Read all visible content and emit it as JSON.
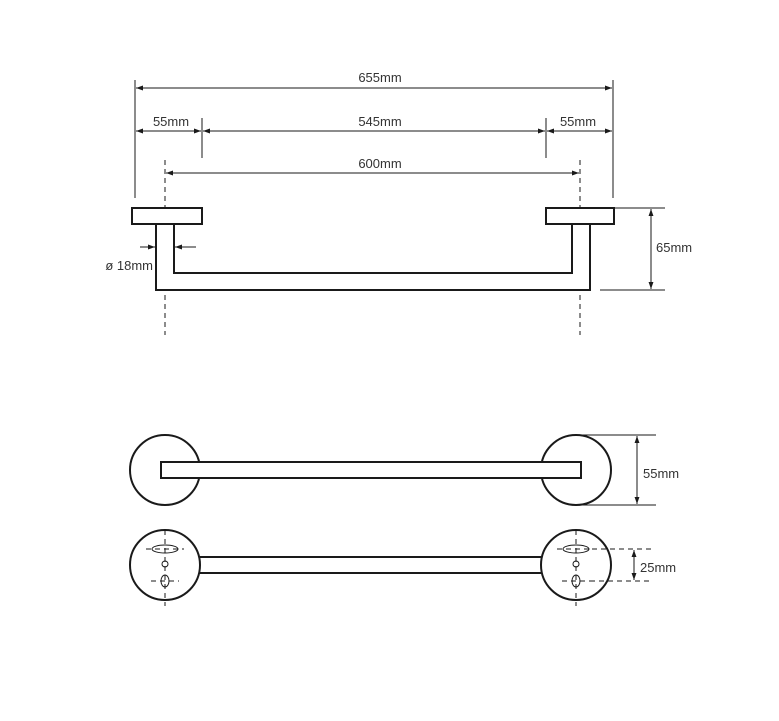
{
  "dimensions": {
    "overall_length": "655mm",
    "mount_left": "55mm",
    "bar_span": "545mm",
    "mount_right": "55mm",
    "hole_spacing": "600mm",
    "tube_diameter": "ø 18mm",
    "projection": "65mm",
    "rosette_diameter": "55mm",
    "screw_spacing": "25mm"
  }
}
